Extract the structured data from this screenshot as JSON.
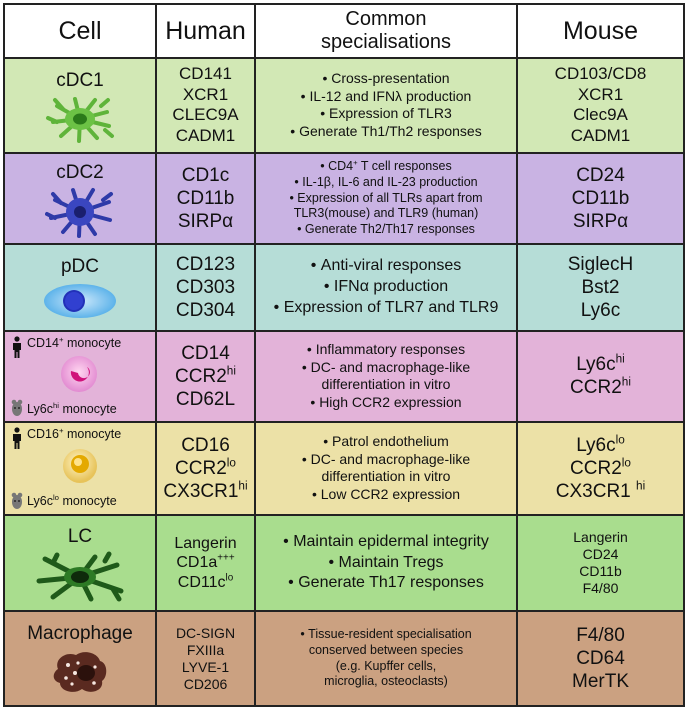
{
  "headers": {
    "cell": "Cell",
    "human": "Human",
    "spec_line1": "Common",
    "spec_line2": "specialisations",
    "mouse": "Mouse"
  },
  "rows": [
    {
      "id": "cdc1",
      "name": "cDC1",
      "human": [
        "CD141",
        "XCR1",
        "CLEC9A",
        "CADM1"
      ],
      "spec": [
        "Cross-presentation",
        "IL-12 and IFNλ production",
        "Expression of TLR3",
        "Generate Th1/Th2 responses"
      ],
      "mouse": [
        "CD103/CD8",
        "XCR1",
        "Clec9A",
        "CADM1"
      ]
    },
    {
      "id": "cdc2",
      "name": "cDC2",
      "human": [
        "CD1c",
        "CD11b",
        "SIRPα"
      ],
      "spec": [
        "T cell responses",
        "IL-1β, IL-6 and IL-23 production",
        "Expression of all TLRs apart from",
        "TLR3(mouse) and TLR9 (human)",
        "Generate Th2/Th17 responses"
      ],
      "spec_cd4": "CD4",
      "spec_cd4_sup": "+",
      "mouse": [
        "CD24",
        "CD11b",
        "SIRPα"
      ]
    },
    {
      "id": "pdc",
      "name": "pDC",
      "human": [
        "CD123",
        "CD303",
        "CD304"
      ],
      "spec": [
        "Anti-viral responses",
        "IFNα production",
        "Expression of TLR7 and TLR9"
      ],
      "mouse": [
        "SiglecH",
        "Bst2",
        "Ly6c"
      ]
    },
    {
      "id": "cd14",
      "label_top": "CD14",
      "label_top_sup": "+",
      "label_top_tail": " monocyte",
      "label_bot": "Ly6c",
      "label_bot_sup": "hi",
      "label_bot_tail": " monocyte",
      "human": [
        {
          "t": "CD14",
          "s": ""
        },
        {
          "t": "CCR2",
          "s": "hi"
        },
        {
          "t": "CD62L",
          "s": ""
        }
      ],
      "spec": [
        "Inflammatory responses",
        "DC- and macrophage-like",
        "differentiation in vitro",
        "High CCR2 expression"
      ],
      "mouse": [
        {
          "t": "Ly6c",
          "s": "hi"
        },
        {
          "t": "CCR2",
          "s": "hi"
        }
      ]
    },
    {
      "id": "cd16",
      "label_top": "CD16",
      "label_top_sup": "+",
      "label_top_tail": " monocyte",
      "label_bot": "Ly6c",
      "label_bot_sup": "lo",
      "label_bot_tail": " monocyte",
      "human": [
        {
          "t": "CD16",
          "s": ""
        },
        {
          "t": "CCR2",
          "s": "lo"
        },
        {
          "t": "CX3CR1",
          "s": "hi"
        }
      ],
      "spec": [
        "Patrol endothelium",
        "DC- and macrophage-like",
        "differentiation in vitro",
        "Low CCR2 expression"
      ],
      "mouse": [
        {
          "t": "Ly6c",
          "s": "lo"
        },
        {
          "t": "CCR2",
          "s": "lo"
        },
        {
          "t": "CX3CR1 ",
          "s": "hi"
        }
      ]
    },
    {
      "id": "lc",
      "name": "LC",
      "human": [
        {
          "t": "Langerin",
          "s": ""
        },
        {
          "t": "CD1a",
          "s": "+++"
        },
        {
          "t": "CD11c",
          "s": "lo"
        }
      ],
      "spec": [
        "Maintain epidermal integrity",
        "Maintain Tregs",
        "Generate Th17 responses"
      ],
      "mouse": [
        "Langerin",
        "CD24",
        "CD11b",
        "F4/80"
      ]
    },
    {
      "id": "mac",
      "name": "Macrophage",
      "human": [
        "DC-SIGN",
        "FXIIIa",
        "LYVE-1",
        "CD206"
      ],
      "spec": [
        "Tissue-resident specialisation",
        "conserved between species",
        "(e.g. Kupffer cells,",
        "microglia, osteoclasts)"
      ],
      "mouse": [
        "F4/80",
        "CD64",
        "MerTK"
      ]
    }
  ],
  "colors": {
    "cdc1": "#d2e8b5",
    "cdc2": "#c9b3e3",
    "pdc": "#b6ddd7",
    "cd14": "#e3b3d9",
    "cd16": "#ece1a7",
    "lc": "#a9dd8e",
    "mac": "#cba181"
  },
  "icons": [
    "cdc1-dendritic-cell-icon",
    "cdc2-dendritic-cell-icon",
    "pdc-cell-icon",
    "human-figure-icon",
    "mouse-icon",
    "monocyte-cd14-icon",
    "monocyte-cd16-icon",
    "langerhans-cell-icon",
    "macrophage-icon"
  ]
}
